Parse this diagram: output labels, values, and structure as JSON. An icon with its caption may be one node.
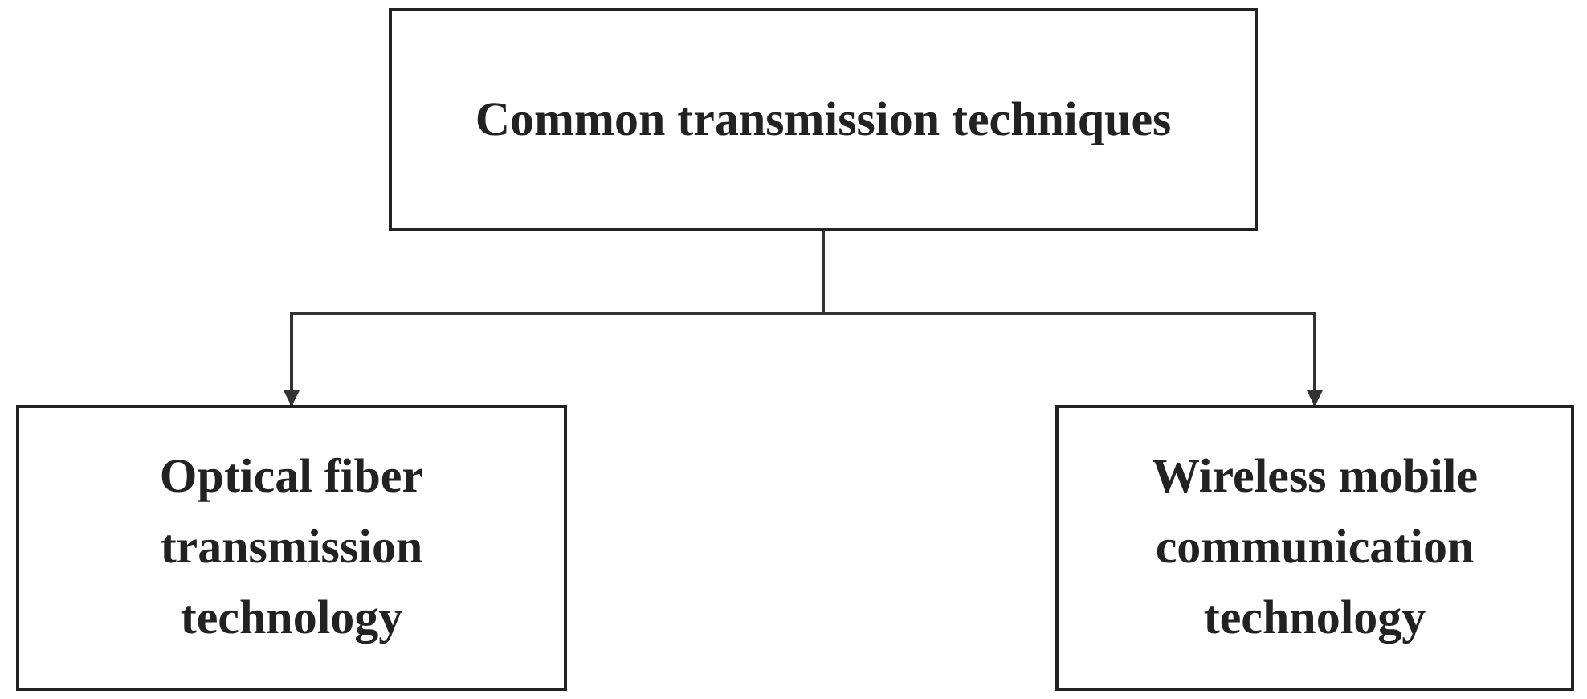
{
  "diagram": {
    "nodes": [
      {
        "text": [
          "Common transmission techniques"
        ]
      },
      {
        "text": [
          "Optical fiber transmission technology"
        ]
      },
      {
        "text": [
          "Wireless mobile communication technology"
        ]
      }
    ],
    "edges": [
      {
        "from": 0,
        "to": 1,
        "arrow": "to"
      },
      {
        "from": 0,
        "to": 2,
        "arrow": "to"
      }
    ]
  }
}
